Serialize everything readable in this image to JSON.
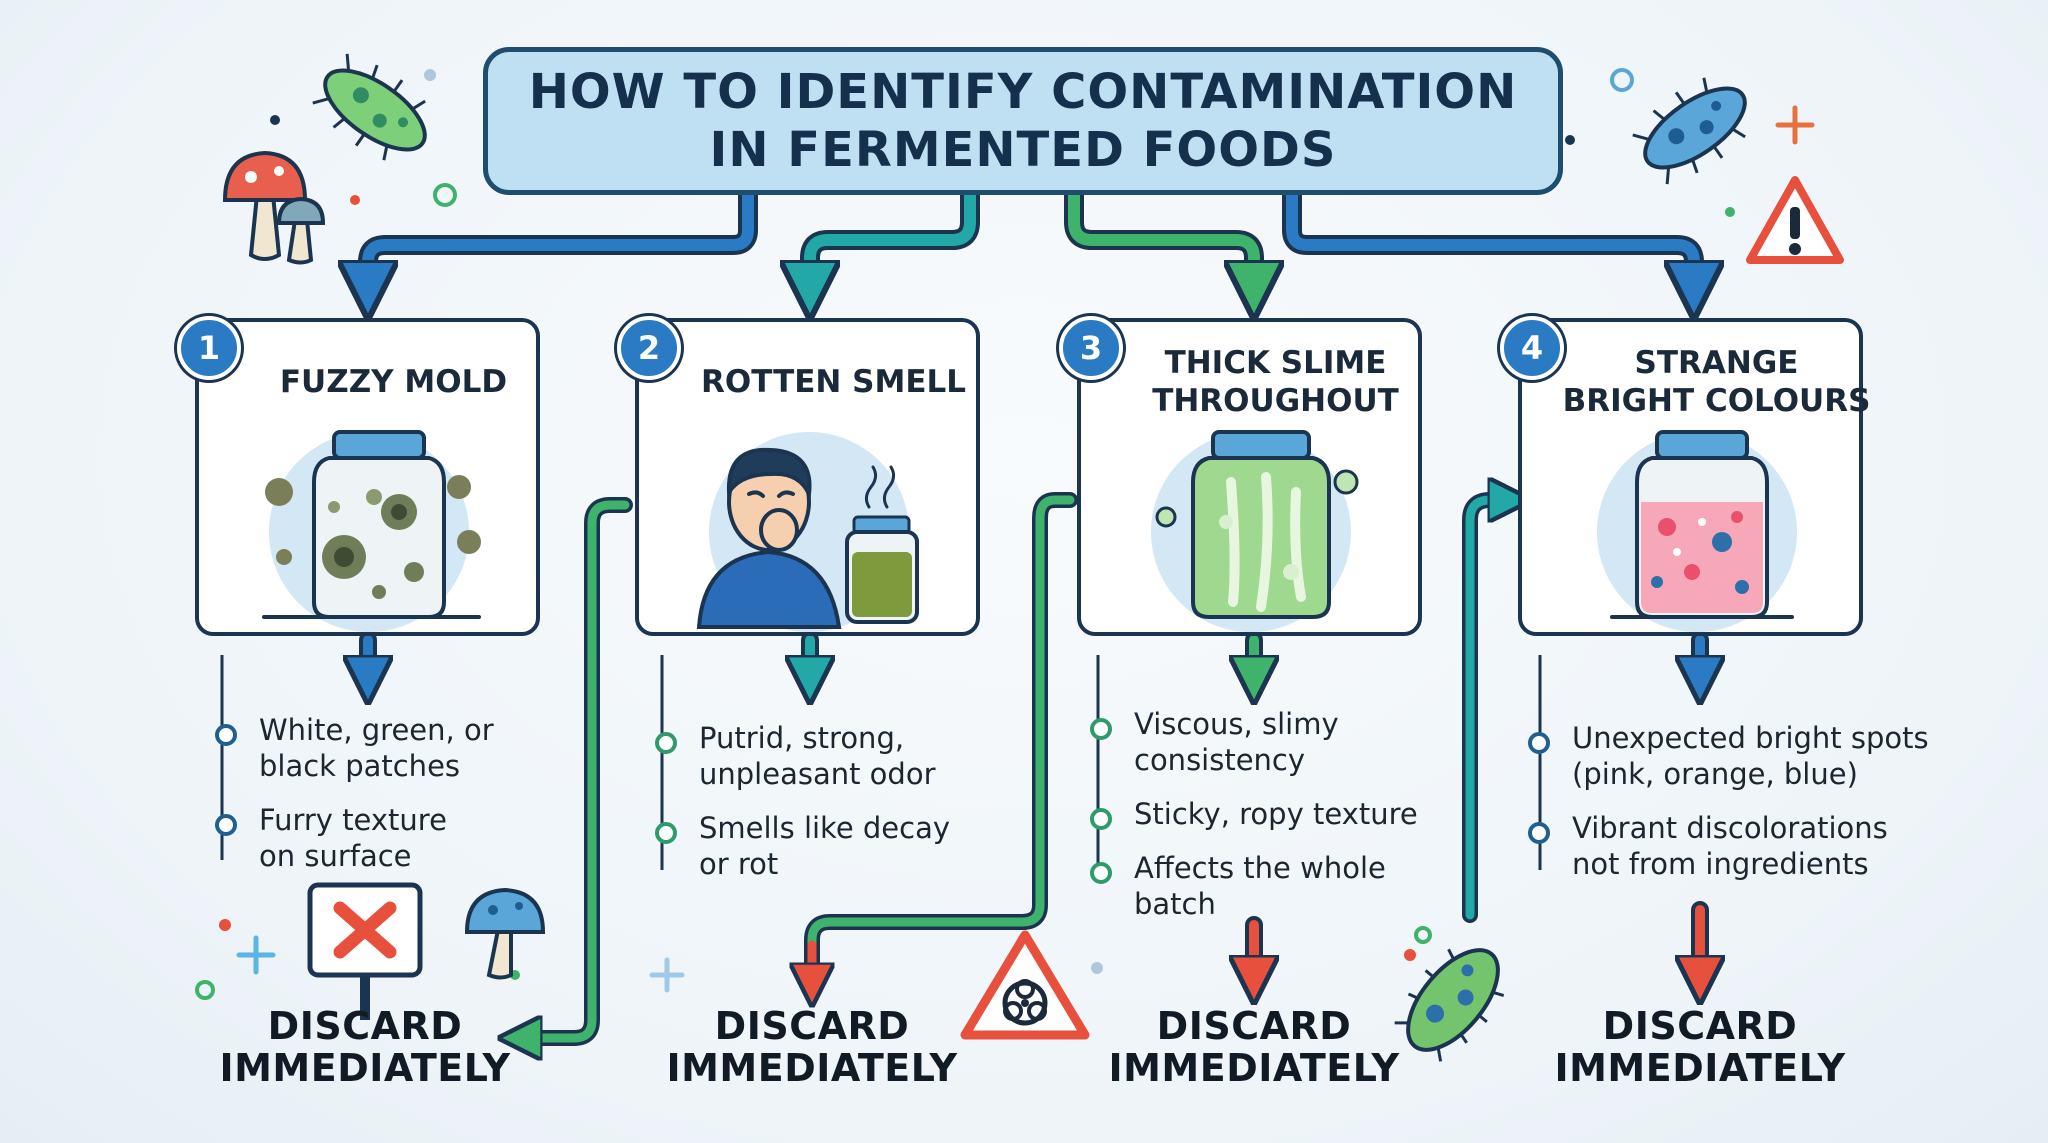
{
  "title": {
    "line1": "HOW TO IDENTIFY CONTAMINATION",
    "line2": "IN FERMENTED FOODS"
  },
  "steps": [
    {
      "number": "1",
      "title_line1": "FUZZY MOLD",
      "title_line2": "",
      "bullets": [
        {
          "line1": "White, green, or",
          "line2": "black patches"
        },
        {
          "line1": "Furry texture",
          "line2": "on surface"
        }
      ],
      "action_line1": "DISCARD",
      "action_line2": "IMMEDIATELY"
    },
    {
      "number": "2",
      "title_line1": "ROTTEN SMELL",
      "title_line2": "",
      "bullets": [
        {
          "line1": "Putrid, strong,",
          "line2": "unpleasant odor"
        },
        {
          "line1": "Smells like decay",
          "line2": "or rot"
        }
      ],
      "action_line1": "DISCARD",
      "action_line2": "IMMEDIATELY"
    },
    {
      "number": "3",
      "title_line1": "THICK SLIME",
      "title_line2": "THROUGHOUT",
      "bullets": [
        {
          "line1": "Viscous, slimy",
          "line2": "consistency"
        },
        {
          "line1": "Sticky, ropy texture",
          "line2": ""
        },
        {
          "line1": "Affects the whole",
          "line2": "batch"
        }
      ],
      "action_line1": "DISCARD",
      "action_line2": "IMMEDIATELY"
    },
    {
      "number": "4",
      "title_line1": "STRANGE",
      "title_line2": "BRIGHT COLOURS",
      "bullets": [
        {
          "line1": "Unexpected bright spots",
          "line2": "(pink, orange, blue)"
        },
        {
          "line1": "Vibrant discolorations",
          "line2": "not from ingredients"
        }
      ],
      "action_line1": "DISCARD",
      "action_line2": "IMMEDIATELY"
    }
  ],
  "colors": {
    "title_fill": "#bfe0f3",
    "outline": "#1b3550",
    "blue_arrow": "#2a7bc3",
    "teal_arrow": "#23a8a8",
    "green_arrow": "#3fb36b",
    "red_arrow": "#e8503e",
    "badge": "#2a7bc3"
  },
  "icons": {
    "decor": [
      "bacteria-icon",
      "mushroom-icon",
      "warning-triangle-icon",
      "biohazard-icon",
      "sparkle-icon",
      "x-sign-icon"
    ]
  }
}
